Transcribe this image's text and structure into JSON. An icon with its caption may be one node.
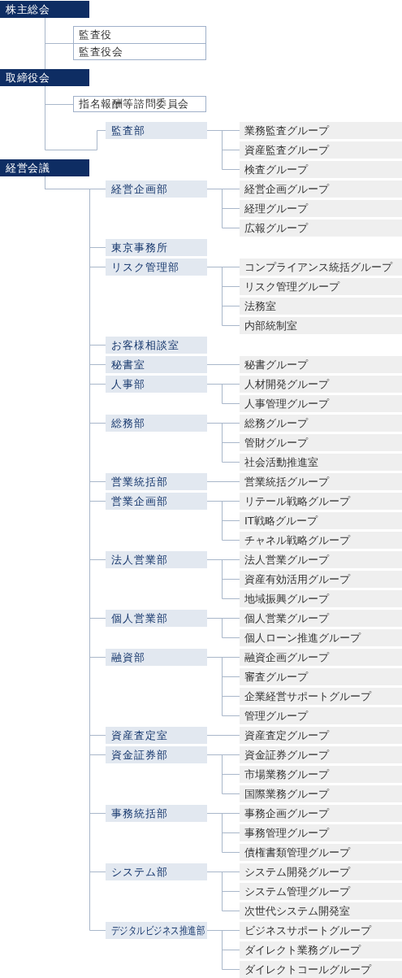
{
  "diagram": {
    "nodes": [
      {
        "text": [
          "株主総会"
        ]
      },
      {
        "text": [
          "監査役",
          "監査役会"
        ]
      },
      {
        "text": [
          "取締役会"
        ]
      },
      {
        "text": [
          "指名報酬等諮問委員会"
        ]
      },
      {
        "text": [
          "監査部"
        ]
      },
      {
        "text": [
          "業務監査グループ"
        ]
      },
      {
        "text": [
          "資産監査グループ"
        ]
      },
      {
        "text": [
          "検査グループ"
        ]
      },
      {
        "text": [
          "経営会議"
        ]
      },
      {
        "text": [
          "経営企画部"
        ]
      },
      {
        "text": [
          "経営企画グループ"
        ]
      },
      {
        "text": [
          "経理グループ"
        ]
      },
      {
        "text": [
          "広報グループ"
        ]
      },
      {
        "text": [
          "東京事務所"
        ]
      },
      {
        "text": [
          "リスク管理部"
        ]
      },
      {
        "text": [
          "コンプライアンス統括グループ"
        ]
      },
      {
        "text": [
          "リスク管理グループ"
        ]
      },
      {
        "text": [
          "法務室"
        ]
      },
      {
        "text": [
          "内部統制室"
        ]
      },
      {
        "text": [
          "お客様相談室"
        ]
      },
      {
        "text": [
          "秘書室"
        ]
      },
      {
        "text": [
          "秘書グループ"
        ]
      },
      {
        "text": [
          "人事部"
        ]
      },
      {
        "text": [
          "人材開発グループ"
        ]
      },
      {
        "text": [
          "人事管理グループ"
        ]
      },
      {
        "text": [
          "総務部"
        ]
      },
      {
        "text": [
          "総務グループ"
        ]
      },
      {
        "text": [
          "管財グループ"
        ]
      },
      {
        "text": [
          "社会活動推進室"
        ]
      },
      {
        "text": [
          "営業統括部"
        ]
      },
      {
        "text": [
          "営業統括グループ"
        ]
      },
      {
        "text": [
          "営業企画部"
        ]
      },
      {
        "text": [
          "リテール戦略グループ"
        ]
      },
      {
        "text": [
          "IT戦略グループ"
        ]
      },
      {
        "text": [
          "チャネル戦略グループ"
        ]
      },
      {
        "text": [
          "法人営業部"
        ]
      },
      {
        "text": [
          "法人営業グループ"
        ]
      },
      {
        "text": [
          "資産有効活用グループ"
        ]
      },
      {
        "text": [
          "地域振興グループ"
        ]
      },
      {
        "text": [
          "個人営業部"
        ]
      },
      {
        "text": [
          "個人営業グループ"
        ]
      },
      {
        "text": [
          "個人ローン推進グループ"
        ]
      },
      {
        "text": [
          "融資部"
        ]
      },
      {
        "text": [
          "融資企画グループ"
        ]
      },
      {
        "text": [
          "審査グループ"
        ]
      },
      {
        "text": [
          "企業経営サポートグループ"
        ]
      },
      {
        "text": [
          "管理グループ"
        ]
      },
      {
        "text": [
          "資産査定室"
        ]
      },
      {
        "text": [
          "資産査定グループ"
        ]
      },
      {
        "text": [
          "資金証券部"
        ]
      },
      {
        "text": [
          "資金証券グループ"
        ]
      },
      {
        "text": [
          "市場業務グループ"
        ]
      },
      {
        "text": [
          "国際業務グループ"
        ]
      },
      {
        "text": [
          "事務統括部"
        ]
      },
      {
        "text": [
          "事務企画グループ"
        ]
      },
      {
        "text": [
          "事務管理グループ"
        ]
      },
      {
        "text": [
          "債権書類管理グループ"
        ]
      },
      {
        "text": [
          "システム部"
        ]
      },
      {
        "text": [
          "システム開発グループ"
        ]
      },
      {
        "text": [
          "システム管理グループ"
        ]
      },
      {
        "text": [
          "次世代システム開発室"
        ]
      },
      {
        "text": [
          "デジタルビジネス推進部"
        ]
      },
      {
        "text": [
          "ビジネスサポートグループ"
        ]
      },
      {
        "text": [
          "ダイレクト業務グループ"
        ]
      },
      {
        "text": [
          "ダイレクトコールグループ"
        ]
      }
    ],
    "edges": [
      {
        "from": 0,
        "to": 1,
        "arrow": "none"
      },
      {
        "from": 0,
        "to": 2,
        "arrow": "none"
      },
      {
        "from": 2,
        "to": 3,
        "arrow": "none"
      },
      {
        "from": 2,
        "to": 4,
        "arrow": "none"
      },
      {
        "from": 4,
        "to": 5,
        "arrow": "none"
      },
      {
        "from": 4,
        "to": 6,
        "arrow": "none"
      },
      {
        "from": 4,
        "to": 7,
        "arrow": "none"
      },
      {
        "from": 8,
        "to": 9,
        "arrow": "none"
      },
      {
        "from": 9,
        "to": 10,
        "arrow": "none"
      },
      {
        "from": 9,
        "to": 11,
        "arrow": "none"
      },
      {
        "from": 9,
        "to": 12,
        "arrow": "none"
      },
      {
        "from": 8,
        "to": 13,
        "arrow": "none"
      },
      {
        "from": 8,
        "to": 14,
        "arrow": "none"
      },
      {
        "from": 14,
        "to": 15,
        "arrow": "none"
      },
      {
        "from": 14,
        "to": 16,
        "arrow": "none"
      },
      {
        "from": 14,
        "to": 17,
        "arrow": "none"
      },
      {
        "from": 14,
        "to": 18,
        "arrow": "none"
      },
      {
        "from": 8,
        "to": 19,
        "arrow": "none"
      },
      {
        "from": 8,
        "to": 20,
        "arrow": "none"
      },
      {
        "from": 20,
        "to": 21,
        "arrow": "none"
      },
      {
        "from": 8,
        "to": 22,
        "arrow": "none"
      },
      {
        "from": 22,
        "to": 23,
        "arrow": "none"
      },
      {
        "from": 22,
        "to": 24,
        "arrow": "none"
      },
      {
        "from": 8,
        "to": 25,
        "arrow": "none"
      },
      {
        "from": 25,
        "to": 26,
        "arrow": "none"
      },
      {
        "from": 25,
        "to": 27,
        "arrow": "none"
      },
      {
        "from": 25,
        "to": 28,
        "arrow": "none"
      },
      {
        "from": 8,
        "to": 29,
        "arrow": "none"
      },
      {
        "from": 29,
        "to": 30,
        "arrow": "none"
      },
      {
        "from": 8,
        "to": 31,
        "arrow": "none"
      },
      {
        "from": 31,
        "to": 32,
        "arrow": "none"
      },
      {
        "from": 31,
        "to": 33,
        "arrow": "none"
      },
      {
        "from": 31,
        "to": 34,
        "arrow": "none"
      },
      {
        "from": 8,
        "to": 35,
        "arrow": "none"
      },
      {
        "from": 35,
        "to": 36,
        "arrow": "none"
      },
      {
        "from": 35,
        "to": 37,
        "arrow": "none"
      },
      {
        "from": 35,
        "to": 38,
        "arrow": "none"
      },
      {
        "from": 8,
        "to": 39,
        "arrow": "none"
      },
      {
        "from": 39,
        "to": 40,
        "arrow": "none"
      },
      {
        "from": 39,
        "to": 41,
        "arrow": "none"
      },
      {
        "from": 8,
        "to": 42,
        "arrow": "none"
      },
      {
        "from": 42,
        "to": 43,
        "arrow": "none"
      },
      {
        "from": 42,
        "to": 44,
        "arrow": "none"
      },
      {
        "from": 42,
        "to": 45,
        "arrow": "none"
      },
      {
        "from": 42,
        "to": 46,
        "arrow": "none"
      },
      {
        "from": 8,
        "to": 47,
        "arrow": "none"
      },
      {
        "from": 47,
        "to": 48,
        "arrow": "none"
      },
      {
        "from": 8,
        "to": 49,
        "arrow": "none"
      },
      {
        "from": 49,
        "to": 50,
        "arrow": "none"
      },
      {
        "from": 49,
        "to": 51,
        "arrow": "none"
      },
      {
        "from": 49,
        "to": 52,
        "arrow": "none"
      },
      {
        "from": 8,
        "to": 53,
        "arrow": "none"
      },
      {
        "from": 53,
        "to": 54,
        "arrow": "none"
      },
      {
        "from": 53,
        "to": 55,
        "arrow": "none"
      },
      {
        "from": 53,
        "to": 56,
        "arrow": "none"
      },
      {
        "from": 8,
        "to": 57,
        "arrow": "none"
      },
      {
        "from": 57,
        "to": 58,
        "arrow": "none"
      },
      {
        "from": 57,
        "to": 59,
        "arrow": "none"
      },
      {
        "from": 57,
        "to": 60,
        "arrow": "none"
      },
      {
        "from": 8,
        "to": 61,
        "arrow": "none"
      },
      {
        "from": 61,
        "to": 62,
        "arrow": "none"
      },
      {
        "from": 61,
        "to": 63,
        "arrow": "none"
      },
      {
        "from": 61,
        "to": 64,
        "arrow": "none"
      }
    ]
  }
}
